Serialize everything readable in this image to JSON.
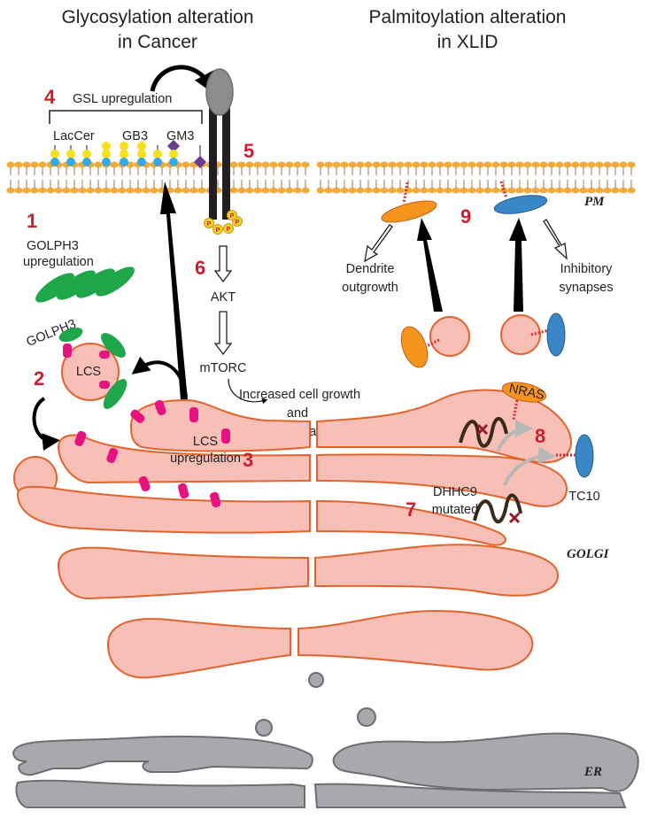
{
  "titles": {
    "left": [
      "Glycosylation alteration",
      "in Cancer"
    ],
    "right": [
      "Palmitoylation alteration",
      "in XLID"
    ]
  },
  "numbers": [
    "1",
    "2",
    "3",
    "4",
    "5",
    "6",
    "7",
    "8",
    "9"
  ],
  "labels": {
    "gsl": "GSL upregulation",
    "lacCer": "LacCer",
    "gb3": "GB3",
    "gm3": "GM3",
    "golph3_up": [
      "GOLPH3",
      "upregulation"
    ],
    "golph3": "GOLPH3",
    "lcs": "LCS",
    "lcs_up": [
      "LCS",
      "upregulation"
    ],
    "akt": "AKT",
    "mtorc": "mTORC",
    "growth": [
      "Increased  cell growth",
      "and",
      "survival"
    ],
    "p": "P",
    "pm": "PM",
    "dendrite": [
      "Dendrite",
      "outgrowth"
    ],
    "inhibitory": [
      "Inhibitory",
      "synapses"
    ],
    "nras": "NRAS",
    "tc10": "TC10",
    "dhhc9": [
      "DHHC9",
      "mutated"
    ],
    "golgi": "GOLGI",
    "er": "ER"
  },
  "colors": {
    "golgi_fill": "#f7bfb6",
    "golgi_stroke": "#e2642c",
    "membrane_head": "#f2a93b",
    "golph3": "#1fa64a",
    "lcs": "#e6127f",
    "receptor": "#231f20",
    "phosphate": "#f4d21f",
    "nras": "#f7941d",
    "tc10": "#3a87c8",
    "palmitoyl": "#d7282f",
    "er": "#a7a9ac",
    "numbers": "#c8202f",
    "sugar_yellow": "#f5e21b",
    "sugar_blue": "#36a9e1",
    "sugar_purple": "#6a3d8f"
  }
}
